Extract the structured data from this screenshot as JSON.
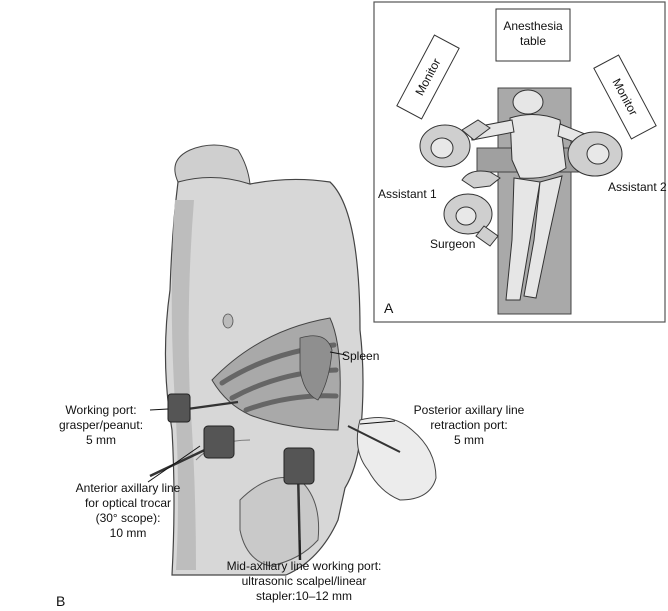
{
  "panel_a": {
    "letter": "A",
    "anesthesia_table": [
      "Anesthesia",
      "table"
    ],
    "monitor_left": "Monitor",
    "monitor_right": "Monitor",
    "assistant_1": "Assistant 1",
    "assistant_2": "Assistant 2",
    "surgeon": "Surgeon"
  },
  "panel_b": {
    "letter": "B",
    "spleen": "Spleen",
    "working_port": [
      "Working port:",
      "grasper/peanut:",
      "5 mm"
    ],
    "posterior_port": [
      "Posterior axillary line",
      "retraction port:",
      "5 mm"
    ],
    "anterior_port": [
      "Anterior axillary line",
      "for optical trocar",
      "(30° scope):",
      "10 mm"
    ],
    "mid_axillary_port": [
      "Mid-axillary line working port:",
      "ultrasonic scalpel/linear",
      "stapler:10–12 mm"
    ]
  }
}
